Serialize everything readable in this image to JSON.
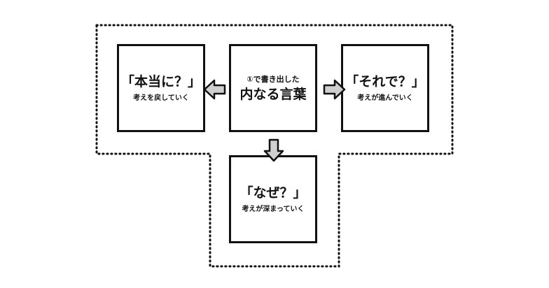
{
  "boxes": {
    "center": {
      "note": "①で書き出した",
      "title": "内なる言葉"
    },
    "left": {
      "title": "「本当に？」",
      "subtitle": "考えを戻していく"
    },
    "right": {
      "title": "「それで？」",
      "subtitle": "考えが進んでいく"
    },
    "bottom": {
      "title": "「なぜ？」",
      "subtitle": "考えが深まっていく"
    }
  },
  "colors": {
    "border": "#111111",
    "arrow_fill": "#cfcfcf",
    "dotted_frame": "#111111",
    "background": "#ffffff"
  }
}
